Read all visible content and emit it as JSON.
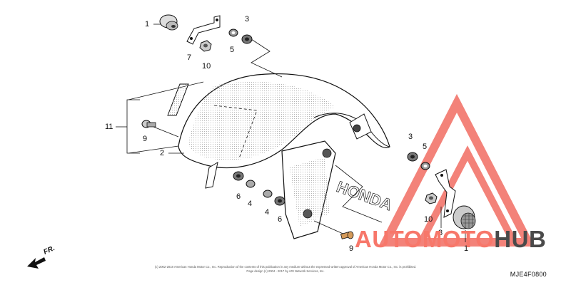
{
  "callouts": {
    "grommet_top": "1",
    "stay_top": "7",
    "nut_top": "10",
    "collar_top": "3",
    "washer_top": "5",
    "assembly_group": "11",
    "bolt_left": "9",
    "fender": "2",
    "washer_left_a": "6",
    "rubber_left_a": "4",
    "rubber_left_b": "4",
    "washer_left_b": "6",
    "bolt_bottom": "9",
    "collar_right": "3",
    "washer_right": "5",
    "nut_right": "10",
    "stay_right": "8",
    "grommet_right": "1"
  },
  "direction": {
    "label": "FR."
  },
  "diagram_code": "MJE4F0800",
  "copyright": {
    "line1": "(c) 2002-2018 American Honda Motor Co., Inc. Reproduction of the contents of this publication in any medium without the expressed written approval of American Honda Motor Co., Inc. is prohibited.",
    "line2": "Page design (c) 2004 - 2017 by ARI Network Services, Inc."
  },
  "watermark": {
    "word_a": "AUTOMOTO",
    "word_b": "HUB",
    "color_a": "#f7776a",
    "color_b": "#4a4a4a",
    "logo_color": "#f26d62"
  }
}
